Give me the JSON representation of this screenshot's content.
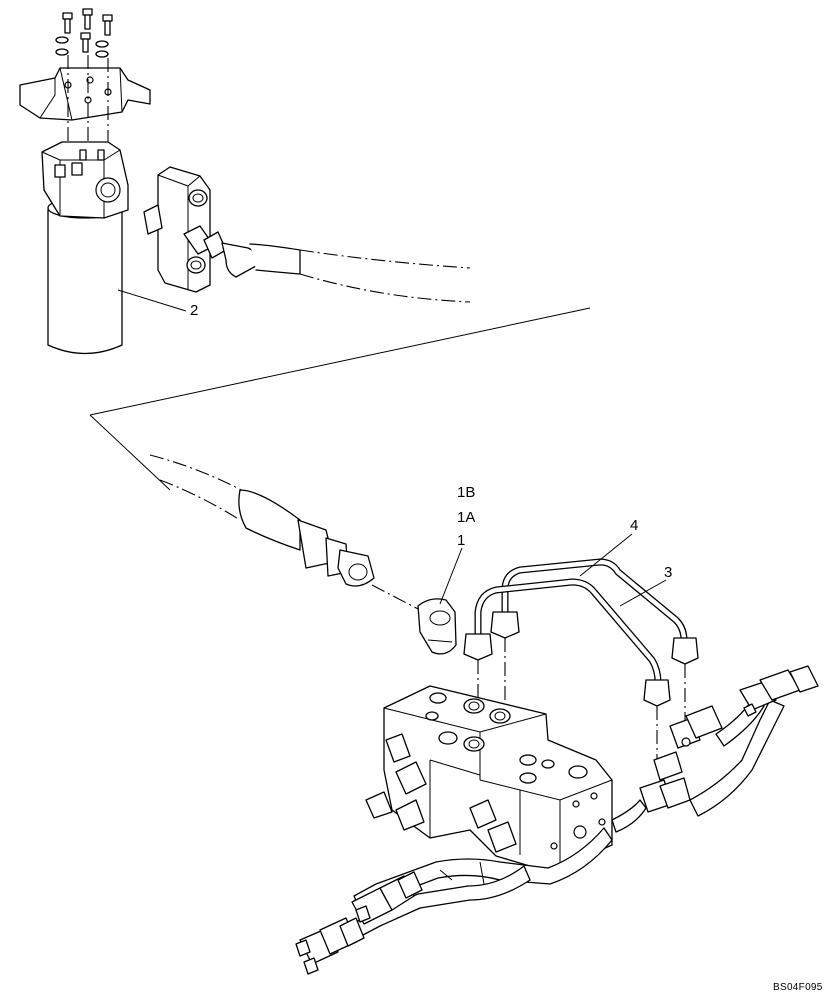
{
  "diagram": {
    "callouts": {
      "item_1B": "1B",
      "item_1A": "1A",
      "item_1": "1",
      "item_2": "2",
      "item_3": "3",
      "item_4": "4"
    },
    "reference_code": "BS04F095"
  }
}
